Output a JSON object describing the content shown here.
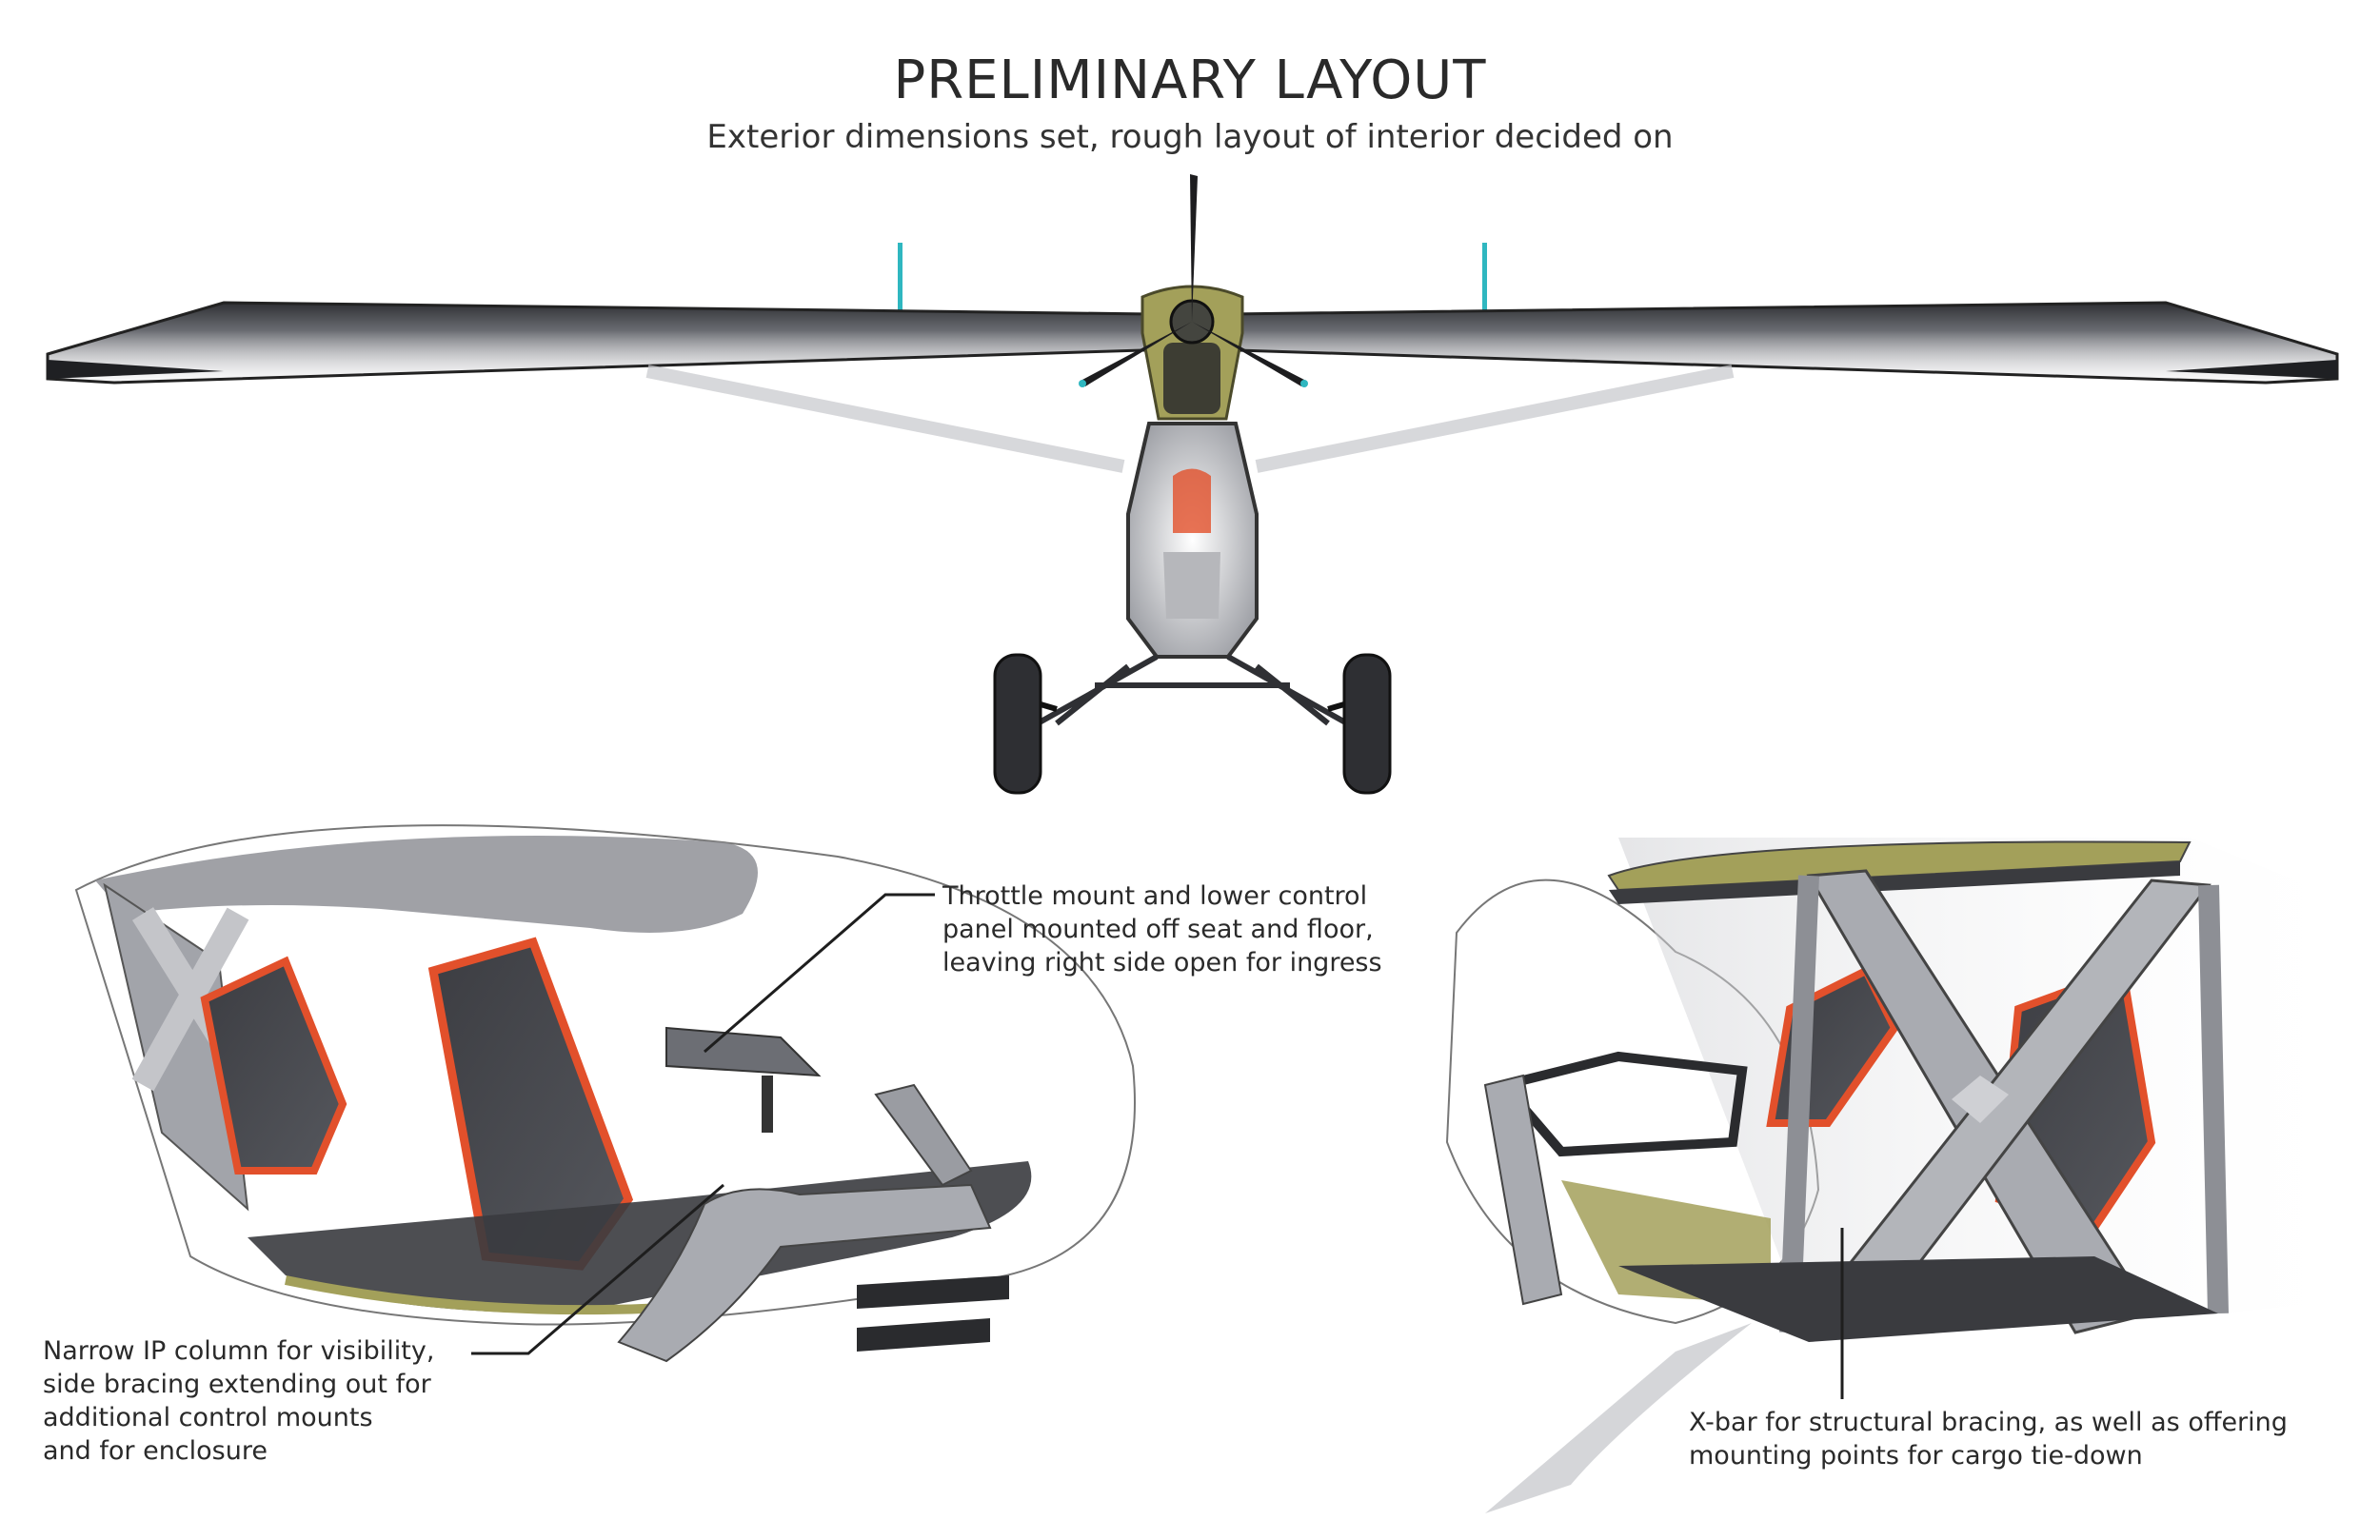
{
  "header": {
    "title": "PRELIMINARY LAYOUT",
    "subtitle": "Exterior dimensions set, rough layout of interior decided on"
  },
  "callouts": [
    {
      "lines": [
        "Throttle mount and lower control",
        "panel mounted off seat and floor,",
        "leaving right side open for ingress"
      ]
    },
    {
      "lines": [
        "Narrow IP column for visibility,",
        "side bracing extending out for",
        "additional control mounts",
        "and for enclosure"
      ]
    },
    {
      "lines": [
        "X-bar for structural bracing, as well as offering",
        "mounting points for cargo tie-down"
      ]
    }
  ],
  "colors": {
    "olive": "#a3a05a",
    "seat_accent": "#e2502b",
    "frame_gray": "#9a9ca2",
    "wing_dark": "#3a3b3f",
    "winglet_teal": "#2fb7c0"
  }
}
